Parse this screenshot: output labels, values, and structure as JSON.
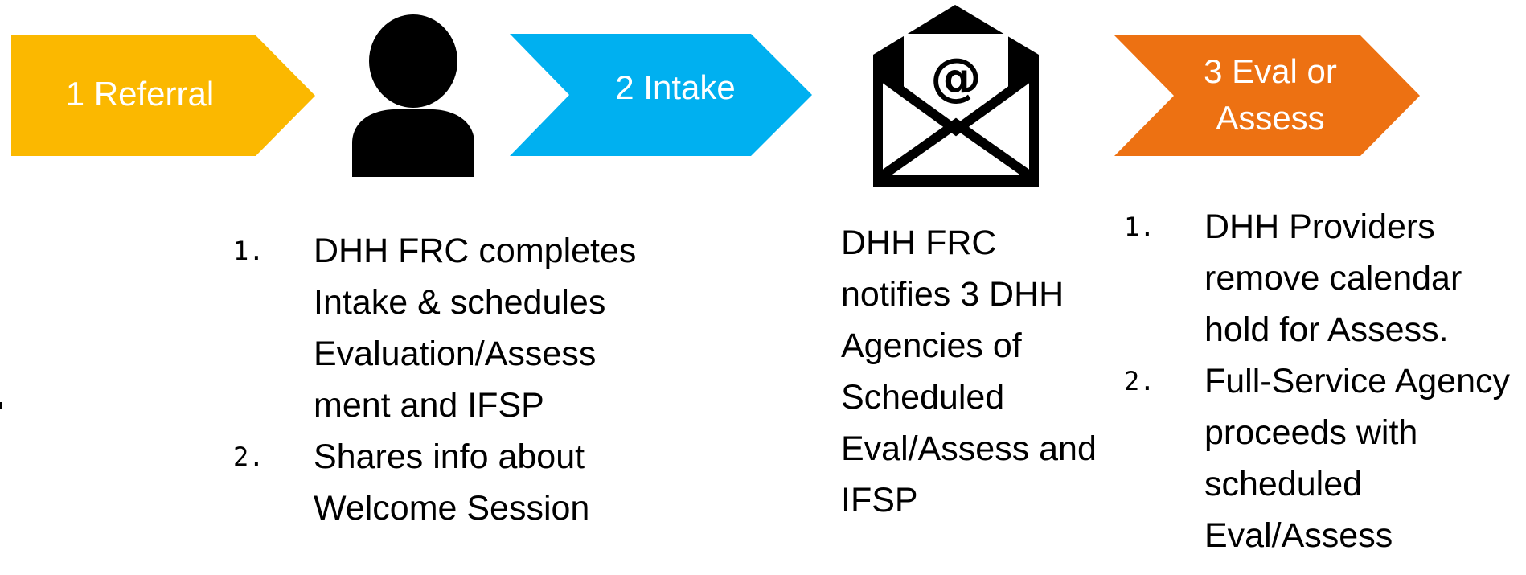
{
  "colors": {
    "step1": "#FBB800",
    "step2": "#00B0F0",
    "step3": "#ED7112",
    "icon": "#000000",
    "text": "#000000",
    "chevron_text": "#FFFFFF"
  },
  "steps": [
    {
      "label": "1 Referral"
    },
    {
      "label": "2 Intake"
    },
    {
      "label": "3 Eval or\nAssess"
    }
  ],
  "icons": [
    {
      "name": "person-icon"
    },
    {
      "name": "email-envelope-icon",
      "glyph": "@"
    }
  ],
  "notes": {
    "intake": {
      "items": [
        {
          "num": "1.",
          "text": "DHH FRC completes Intake & schedules Evaluation/Assess ment and IFSP"
        },
        {
          "num": "2.",
          "text": "Shares info about Welcome Session"
        }
      ]
    },
    "notify": {
      "text": "DHH FRC notifies 3 DHH Agencies of Scheduled Eval/Assess and IFSP"
    },
    "assess": {
      "items": [
        {
          "num": "1.",
          "text": "DHH Providers remove calendar hold for Assess."
        },
        {
          "num": "2.",
          "text": "Full-Service Agency proceeds with scheduled Eval/Assess"
        }
      ]
    }
  }
}
